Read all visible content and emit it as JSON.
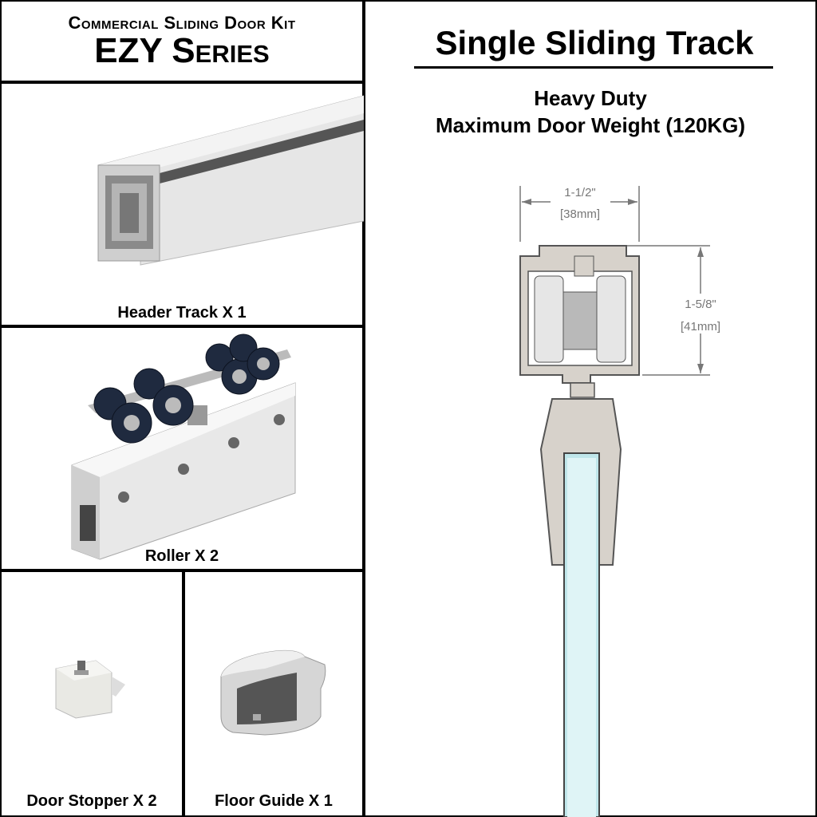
{
  "header": {
    "line1": "Commercial Sliding Door Kit",
    "line2": "EZY Series"
  },
  "parts": {
    "track": "Header Track X 1",
    "roller": "Roller X 2",
    "stopper": "Door Stopper X 2",
    "guide": "Floor Guide X 1"
  },
  "spec": {
    "title": "Single Sliding Track",
    "line1": "Heavy Duty",
    "line2": "Maximum Door Weight (120KG)",
    "width_in": "1-1/2\"",
    "width_mm": "[38mm]",
    "height_in": "1-5/8\"",
    "height_mm": "[41mm]"
  },
  "colors": {
    "border": "#000000",
    "profile": "#d7d2cb",
    "glass": "#bfe6ea"
  }
}
